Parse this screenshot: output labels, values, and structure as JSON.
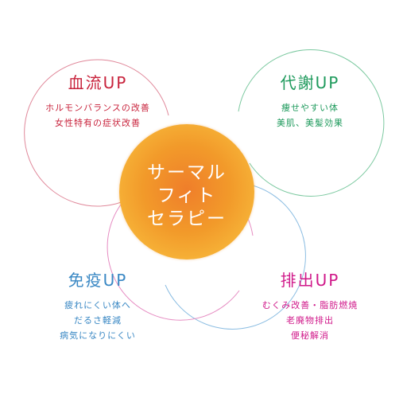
{
  "center": {
    "lines": [
      "サーマル",
      "フィト",
      "セラピー"
    ]
  },
  "petals": {
    "blood": {
      "title": "血流UP",
      "lines": [
        "ホルモンバランスの改善",
        "女性特有の症状改善"
      ]
    },
    "metabolism": {
      "title": "代謝UP",
      "lines": [
        "痩せやすい体",
        "美肌、美髪効果"
      ]
    },
    "immunity": {
      "title": "免疫UP",
      "lines": [
        "疲れにくい体へ",
        "だるさ軽減",
        "病気になりにくい"
      ]
    },
    "detox": {
      "title": "排出UP",
      "lines": [
        "むくみ改善・脂肪燃焼",
        "老廃物排出",
        "便秘解消"
      ]
    }
  },
  "colors": {
    "blood": "#c8233c",
    "metabolism": "#1e9a5c",
    "immunity": "#3a88c4",
    "detox": "#d0198a",
    "center": "#f29a2a"
  }
}
